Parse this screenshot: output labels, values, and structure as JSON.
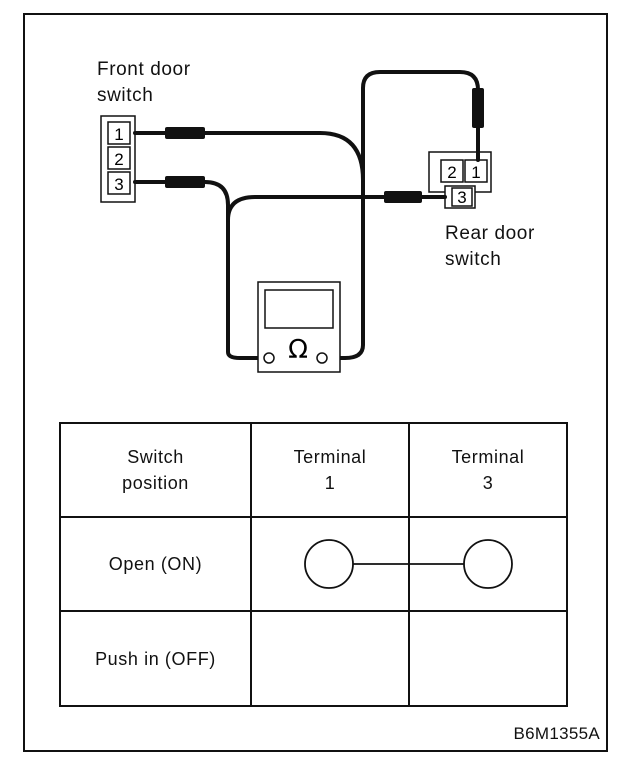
{
  "front_switch": {
    "label_line1": "Front door",
    "label_line2": "switch",
    "terminals": [
      "1",
      "2",
      "3"
    ]
  },
  "rear_switch": {
    "label_line1": "Rear door",
    "label_line2": "switch",
    "terminals": [
      "2",
      "1",
      "3"
    ]
  },
  "meter": {
    "symbol": "Ω"
  },
  "table": {
    "headers": [
      [
        "Switch",
        "position"
      ],
      [
        "Terminal",
        "1"
      ],
      [
        "Terminal",
        "3"
      ]
    ],
    "rows": [
      {
        "position": "Open (ON)",
        "continuity": true
      },
      {
        "position": "Push in (OFF)",
        "continuity": false
      }
    ]
  },
  "figure_code": "B6M1355A"
}
